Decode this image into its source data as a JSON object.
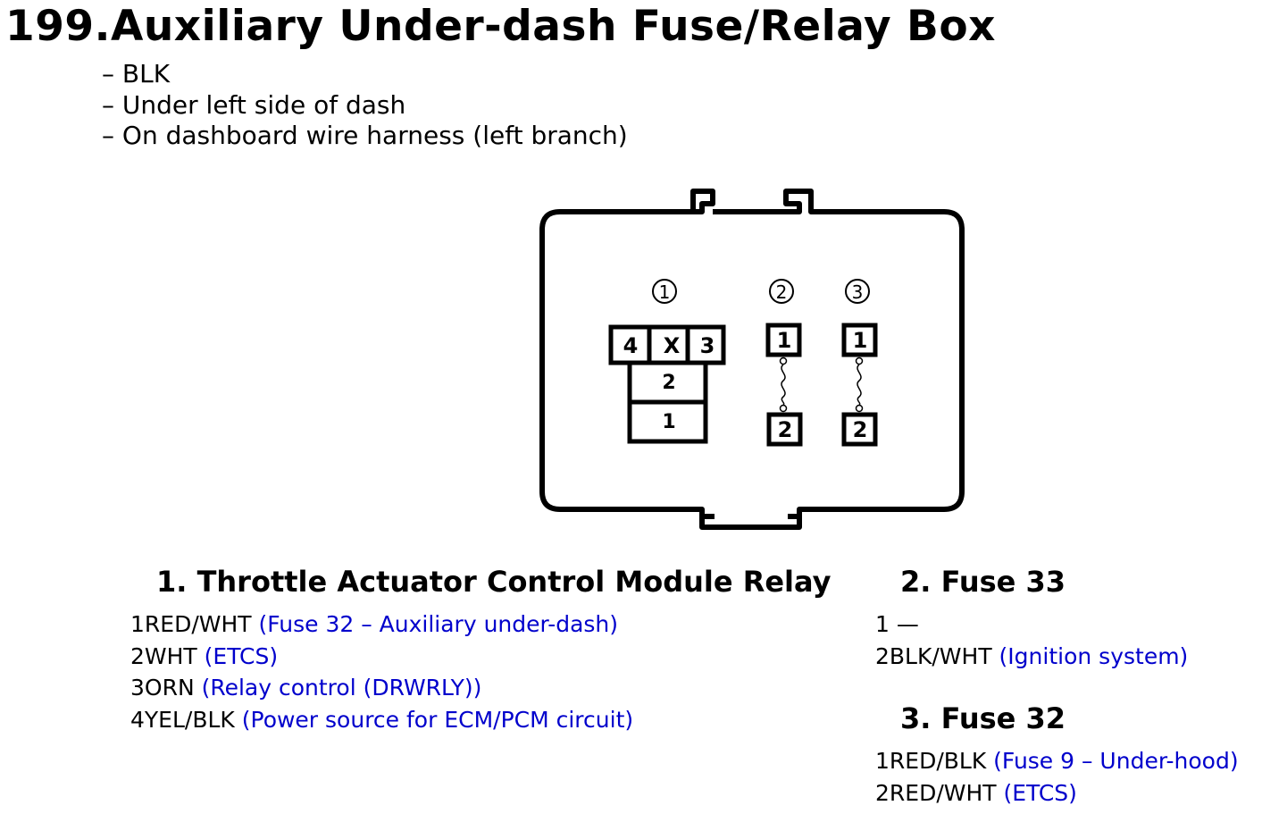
{
  "title": "199.Auxiliary Under-dash Fuse/Relay Box",
  "notes": [
    "– BLK",
    "– Under left side of dash",
    "– On dashboard wire harness (left branch)"
  ],
  "colors": {
    "text": "#000000",
    "description": "#0000cc",
    "background": "#ffffff"
  },
  "diagram": {
    "component_markers": [
      "①",
      "②",
      "③"
    ],
    "relay_pins": {
      "top_left": "4",
      "top_mid": "X",
      "top_right": "3",
      "middle": "2",
      "bottom": "1"
    },
    "fuse2_pins": {
      "top": "1",
      "bottom": "2"
    },
    "fuse3_pins": {
      "top": "1",
      "bottom": "2"
    }
  },
  "sections": [
    {
      "heading": "1. Throttle Actuator Control Module Relay",
      "pins": [
        {
          "label": "1RED/WHT ",
          "desc": "(Fuse 32 – Auxiliary under-dash)"
        },
        {
          "label": "2WHT  ",
          "desc": "(ETCS)"
        },
        {
          "label": "3ORN  ",
          "desc": "(Relay control (DRWRLY))"
        },
        {
          "label": "4YEL/BLK  ",
          "desc": "(Power source for ECM/PCM circuit)"
        }
      ]
    },
    {
      "heading": "2. Fuse 33",
      "pins": [
        {
          "label": "1  —",
          "desc": ""
        },
        {
          "label": "2BLK/WHT ",
          "desc": "(Ignition system)"
        }
      ]
    },
    {
      "heading": "3. Fuse 32",
      "pins": [
        {
          "label": "1RED/BLK  ",
          "desc": "(Fuse 9 – Under-hood)"
        },
        {
          "label": "2RED/WHT  ",
          "desc": "(ETCS)"
        }
      ]
    }
  ]
}
